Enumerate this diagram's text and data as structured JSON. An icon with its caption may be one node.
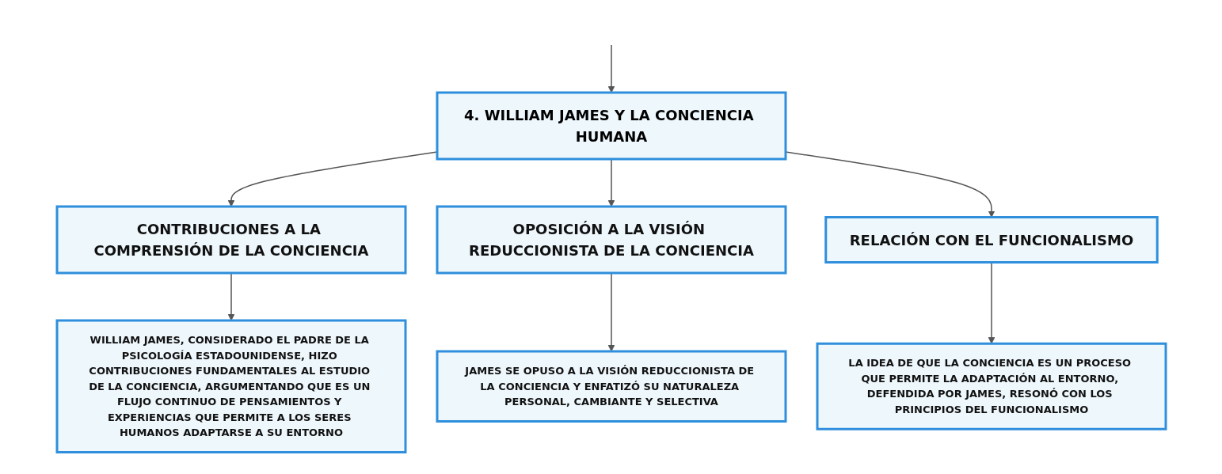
{
  "diagram": {
    "nodes": [
      {
        "text": [
          "4. WILLIAM JAMES Y LA CONCIENCIA HUMANA"
        ]
      },
      {
        "text": [
          "CONTRIBUCIONES A LA COMPRENSIÓN DE LA CONCIENCIA"
        ]
      },
      {
        "text": [
          "OPOSICIÓN A LA VISIÓN REDUCCIONISTA DE LA CONCIENCIA"
        ]
      },
      {
        "text": [
          "RELACIÓN CON EL FUNCIONALISMO"
        ]
      },
      {
        "text": [
          "WILLIAM JAMES, CONSIDERADO EL PADRE DE LA PSICOLOGÍA ESTADOUNIDENSE, HIZO CONTRIBUCIONES FUNDAMENTALES AL ESTUDIO DE LA CONCIENCIA, ARGUMENTANDO QUE ES UN FLUJO CONTINUO DE PENSAMIENTOS Y EXPERIENCIAS QUE PERMITE A LOS SERES HUMANOS ADAPTARSE A SU ENTORNO"
        ]
      },
      {
        "text": [
          "JAMES SE OPUSO A LA VISIÓN REDUCCIONISTA DE LA CONCIENCIA Y ENFATIZÓ SU NATURALEZA PERSONAL, CAMBIANTE Y SELECTIVA"
        ]
      },
      {
        "text": [
          "LA IDEA DE QUE LA CONCIENCIA ES UN PROCESO QUE PERMITE LA ADAPTACIÓN AL ENTORNO, DEFENDIDA POR JAMES, RESONÓ CON LOS PRINCIPIOS DEL FUNCIONALISMO"
        ]
      }
    ],
    "edges": [
      {
        "from": null,
        "to": 0,
        "arrow": "to"
      },
      {
        "from": 0,
        "to": 1,
        "arrow": "to"
      },
      {
        "from": 0,
        "to": 2,
        "arrow": "to"
      },
      {
        "from": 0,
        "to": 3,
        "arrow": "to"
      },
      {
        "from": 1,
        "to": 4,
        "arrow": "to"
      },
      {
        "from": 2,
        "to": 5,
        "arrow": "to"
      },
      {
        "from": 3,
        "to": 6,
        "arrow": "to"
      }
    ]
  }
}
